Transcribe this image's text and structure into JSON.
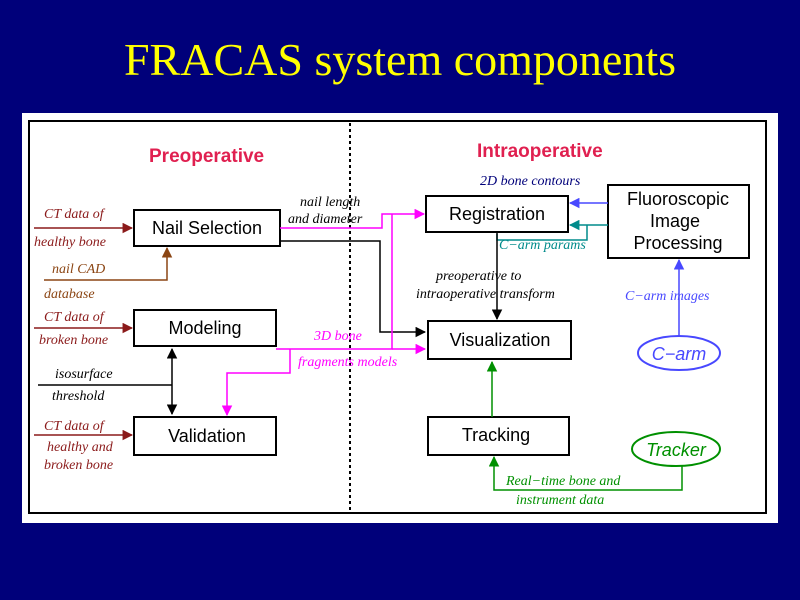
{
  "title": "FRACAS system components",
  "colors": {
    "background": "#00007a",
    "title": "#ffff00",
    "section_header": "#e02050",
    "input_red": "#8b1a1a",
    "input_brown": "#8b4513",
    "magenta": "#ff00ff",
    "blue": "#4848ff",
    "green": "#009000",
    "teal": "#008b8b"
  },
  "sections": {
    "preoperative": "Preoperative",
    "intraoperative": "Intraoperative"
  },
  "boxes": {
    "nail_selection": "Nail Selection",
    "modeling": "Modeling",
    "validation": "Validation",
    "registration": "Registration",
    "fluoro_line1": "Fluoroscopic",
    "fluoro_line2": "Image",
    "fluoro_line3": "Processing",
    "visualization": "Visualization",
    "tracking": "Tracking",
    "carm": "C−arm",
    "tracker": "Tracker"
  },
  "labels": {
    "ct_healthy_1": "CT data of",
    "ct_healthy_2": "healthy bone",
    "nail_cad_1": "nail CAD",
    "nail_cad_2": "database",
    "ct_broken_1": "CT data of",
    "ct_broken_2": "broken bone",
    "isosurface_1": "isosurface",
    "isosurface_2": "threshold",
    "ct_both_1": "CT data of",
    "ct_both_2": "healthy and",
    "ct_both_3": "broken bone",
    "nail_length_1": "nail length",
    "nail_length_2": "and diameter",
    "bone_models_1": "3D bone",
    "bone_models_2": "fragments models",
    "contours": "2D bone contours",
    "carm_params": "C−arm params",
    "transform_1": "preoperative to",
    "transform_2": "intraoperative transform",
    "carm_images": "C−arm images",
    "realtime_1": "Real−time bone and",
    "realtime_2": "instrument data"
  }
}
